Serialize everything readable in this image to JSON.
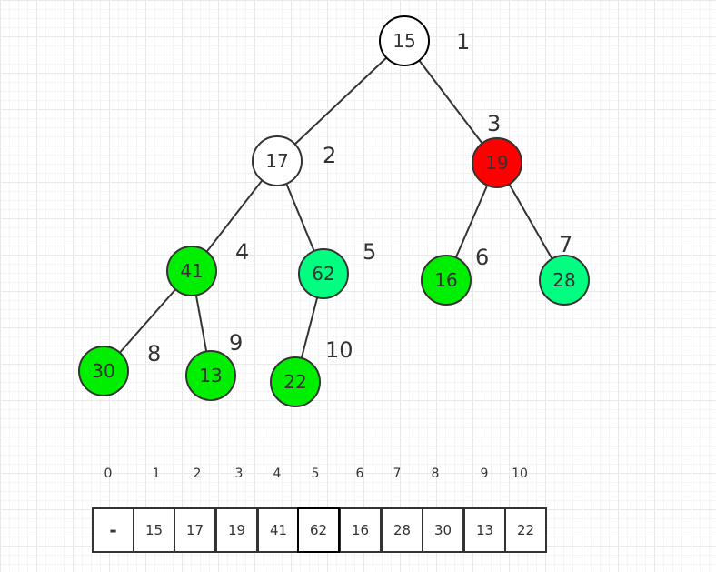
{
  "tree": {
    "nodes": [
      {
        "index": "1",
        "value": "15",
        "fill": "#ffffff"
      },
      {
        "index": "2",
        "value": "17",
        "fill": "#ffffff"
      },
      {
        "index": "3",
        "value": "19",
        "fill": "#ff0000"
      },
      {
        "index": "4",
        "value": "41",
        "fill": "#00ee00"
      },
      {
        "index": "5",
        "value": "62",
        "fill": "#00ff80"
      },
      {
        "index": "6",
        "value": "16",
        "fill": "#00ee00"
      },
      {
        "index": "7",
        "value": "28",
        "fill": "#00ff80"
      },
      {
        "index": "8",
        "value": "30",
        "fill": "#00ee00"
      },
      {
        "index": "9",
        "value": "13",
        "fill": "#00ee00"
      },
      {
        "index": "10",
        "value": "22",
        "fill": "#00ee00"
      }
    ],
    "edges": [
      [
        1,
        2
      ],
      [
        1,
        3
      ],
      [
        2,
        4
      ],
      [
        2,
        5
      ],
      [
        3,
        6
      ],
      [
        3,
        7
      ],
      [
        4,
        8
      ],
      [
        4,
        9
      ],
      [
        5,
        10
      ]
    ]
  },
  "array": {
    "indices": [
      "0",
      "1",
      "2",
      "3",
      "4",
      "5",
      "6",
      "7",
      "8",
      "9",
      "10"
    ],
    "cells": [
      "-",
      "15",
      "17",
      "19",
      "41",
      "62",
      "16",
      "28",
      "30",
      "13",
      "22"
    ],
    "highlighted_cell": 5
  },
  "colors": {
    "stroke": "#333333",
    "text": "#333333",
    "red": "#ff0000",
    "green": "#00ee00",
    "spring_green": "#00ff80"
  }
}
